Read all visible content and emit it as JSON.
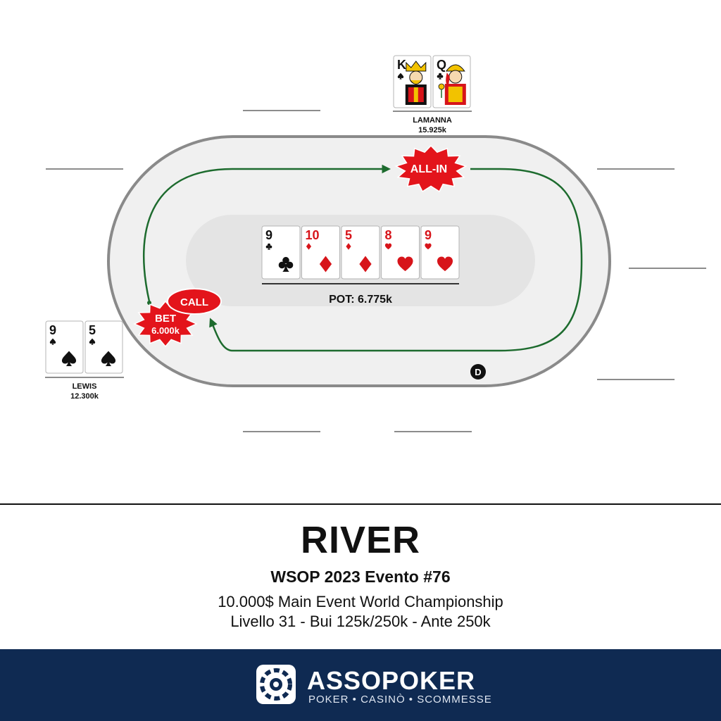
{
  "players": [
    {
      "name": "LAMANNA",
      "stack": "15.925k",
      "cards": [
        {
          "rank": "K",
          "suit": "spade",
          "color": "#111111",
          "face": "king"
        },
        {
          "rank": "Q",
          "suit": "club",
          "color": "#111111",
          "face": "queen"
        }
      ]
    },
    {
      "name": "LEWIS",
      "stack": "12.300k",
      "cards": [
        {
          "rank": "9",
          "suit": "spade",
          "color": "#111111"
        },
        {
          "rank": "5",
          "suit": "spade",
          "color": "#111111"
        }
      ]
    }
  ],
  "board": [
    {
      "rank": "9",
      "suit": "club",
      "color": "#111111"
    },
    {
      "rank": "10",
      "suit": "diamond",
      "color": "#d7141a"
    },
    {
      "rank": "5",
      "suit": "diamond",
      "color": "#d7141a"
    },
    {
      "rank": "8",
      "suit": "heart",
      "color": "#d7141a"
    },
    {
      "rank": "9",
      "suit": "heart",
      "color": "#d7141a"
    }
  ],
  "pot": "POT: 6.775k",
  "actions": {
    "bet_line1": "BET",
    "bet_line2": "6.000k",
    "call": "CALL",
    "allin": "ALL-IN"
  },
  "dealer_button": "D",
  "footer": {
    "street": "RIVER",
    "event": "WSOP 2023 Evento #76",
    "desc1": "10.000$ Main Event World Championship",
    "desc2": "Livello 31 - Bui 125k/250k - Ante 250k"
  },
  "brand": {
    "name": "ASSOPOKER",
    "tagline": "POKER • CASINÒ • SCOMMESSE"
  },
  "colors": {
    "action_red": "#e3141b",
    "arrow_green": "#1d6b2e",
    "brand_navy": "#0f2a52",
    "table_rim": "#8a8a8a",
    "table_felt": "#f0f0f0",
    "table_inner": "#e4e4e4"
  }
}
